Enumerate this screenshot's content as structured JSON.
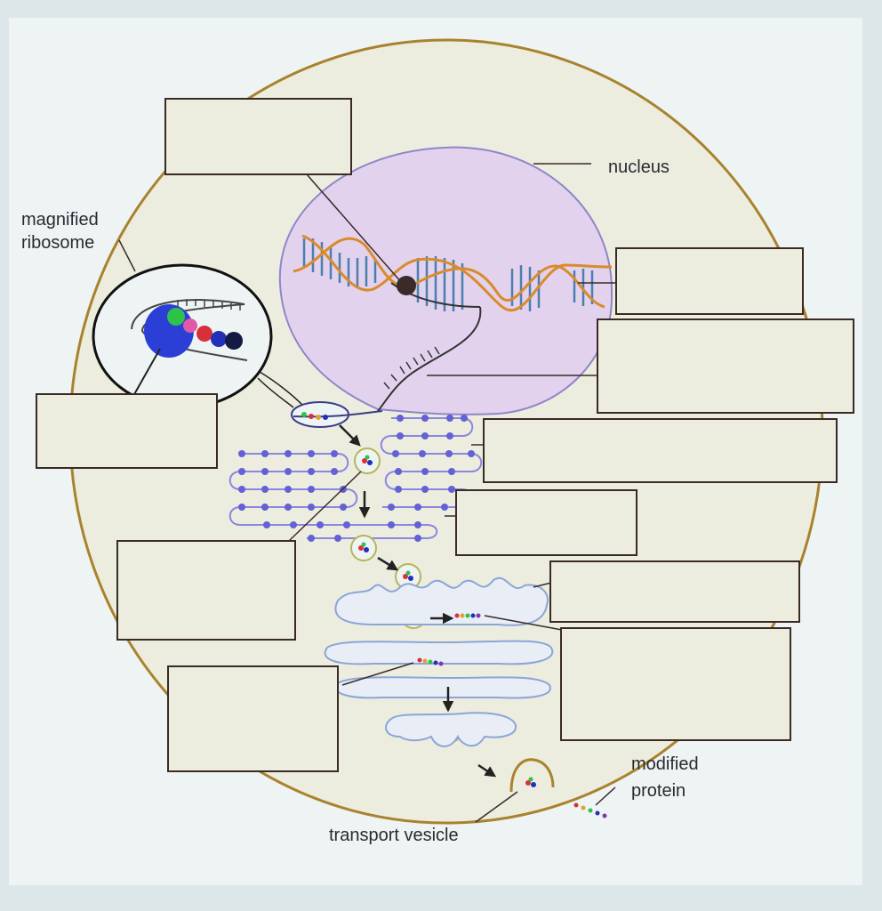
{
  "labels": {
    "nucleus": "nucleus",
    "magnified_line1": "magnified",
    "magnified_line2": "ribosome",
    "modified_line1": "modified",
    "modified_line2": "protein",
    "transport_vesicle": "transport vesicle"
  },
  "answer_boxes": [
    "",
    "",
    "",
    "",
    "",
    "",
    "",
    "",
    "",
    "",
    "",
    ""
  ],
  "colors": {
    "cell_membrane": "#a8832e",
    "cytoplasm": "#ecedde",
    "nucleus_fill": "#e2d2ee",
    "nucleus_edge": "#8f86c9",
    "dna_strand": "#d98b2c",
    "dna_rungs": "#4a7fb0",
    "rough_er_dots": "#6460d6",
    "golgi": "#8aa6d8",
    "leader_lines": "#3b2a2a"
  }
}
